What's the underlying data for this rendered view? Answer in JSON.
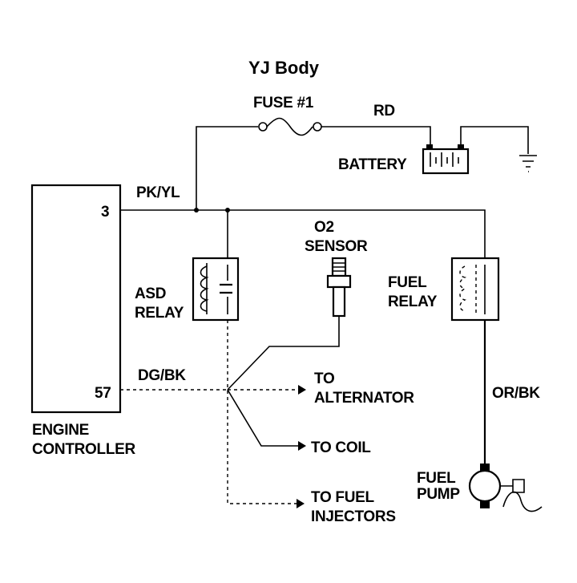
{
  "diagram": {
    "title": "YJ Body",
    "fuse_label": "FUSE #1",
    "rd_label": "RD",
    "battery_label": "BATTERY",
    "pkyl_label": "PK/YL",
    "pin3_label": "3",
    "pin57_label": "57",
    "dgbk_label": "DG/BK",
    "o2_label_line1": "O2",
    "o2_label_line2": "SENSOR",
    "asd_label_line1": "ASD",
    "asd_label_line2": "RELAY",
    "fuel_relay_line1": "FUEL",
    "fuel_relay_line2": "RELAY",
    "to_alt_line1": "TO",
    "to_alt_line2": "ALTERNATOR",
    "to_coil": "TO COIL",
    "to_inj_line1": "TO FUEL",
    "to_inj_line2": "INJECTORS",
    "orbk_label": "OR/BK",
    "ecm_line1": "ENGINE",
    "ecm_line2": "CONTROLLER",
    "pump_line1": "FUEL",
    "pump_line2": "PUMP"
  }
}
